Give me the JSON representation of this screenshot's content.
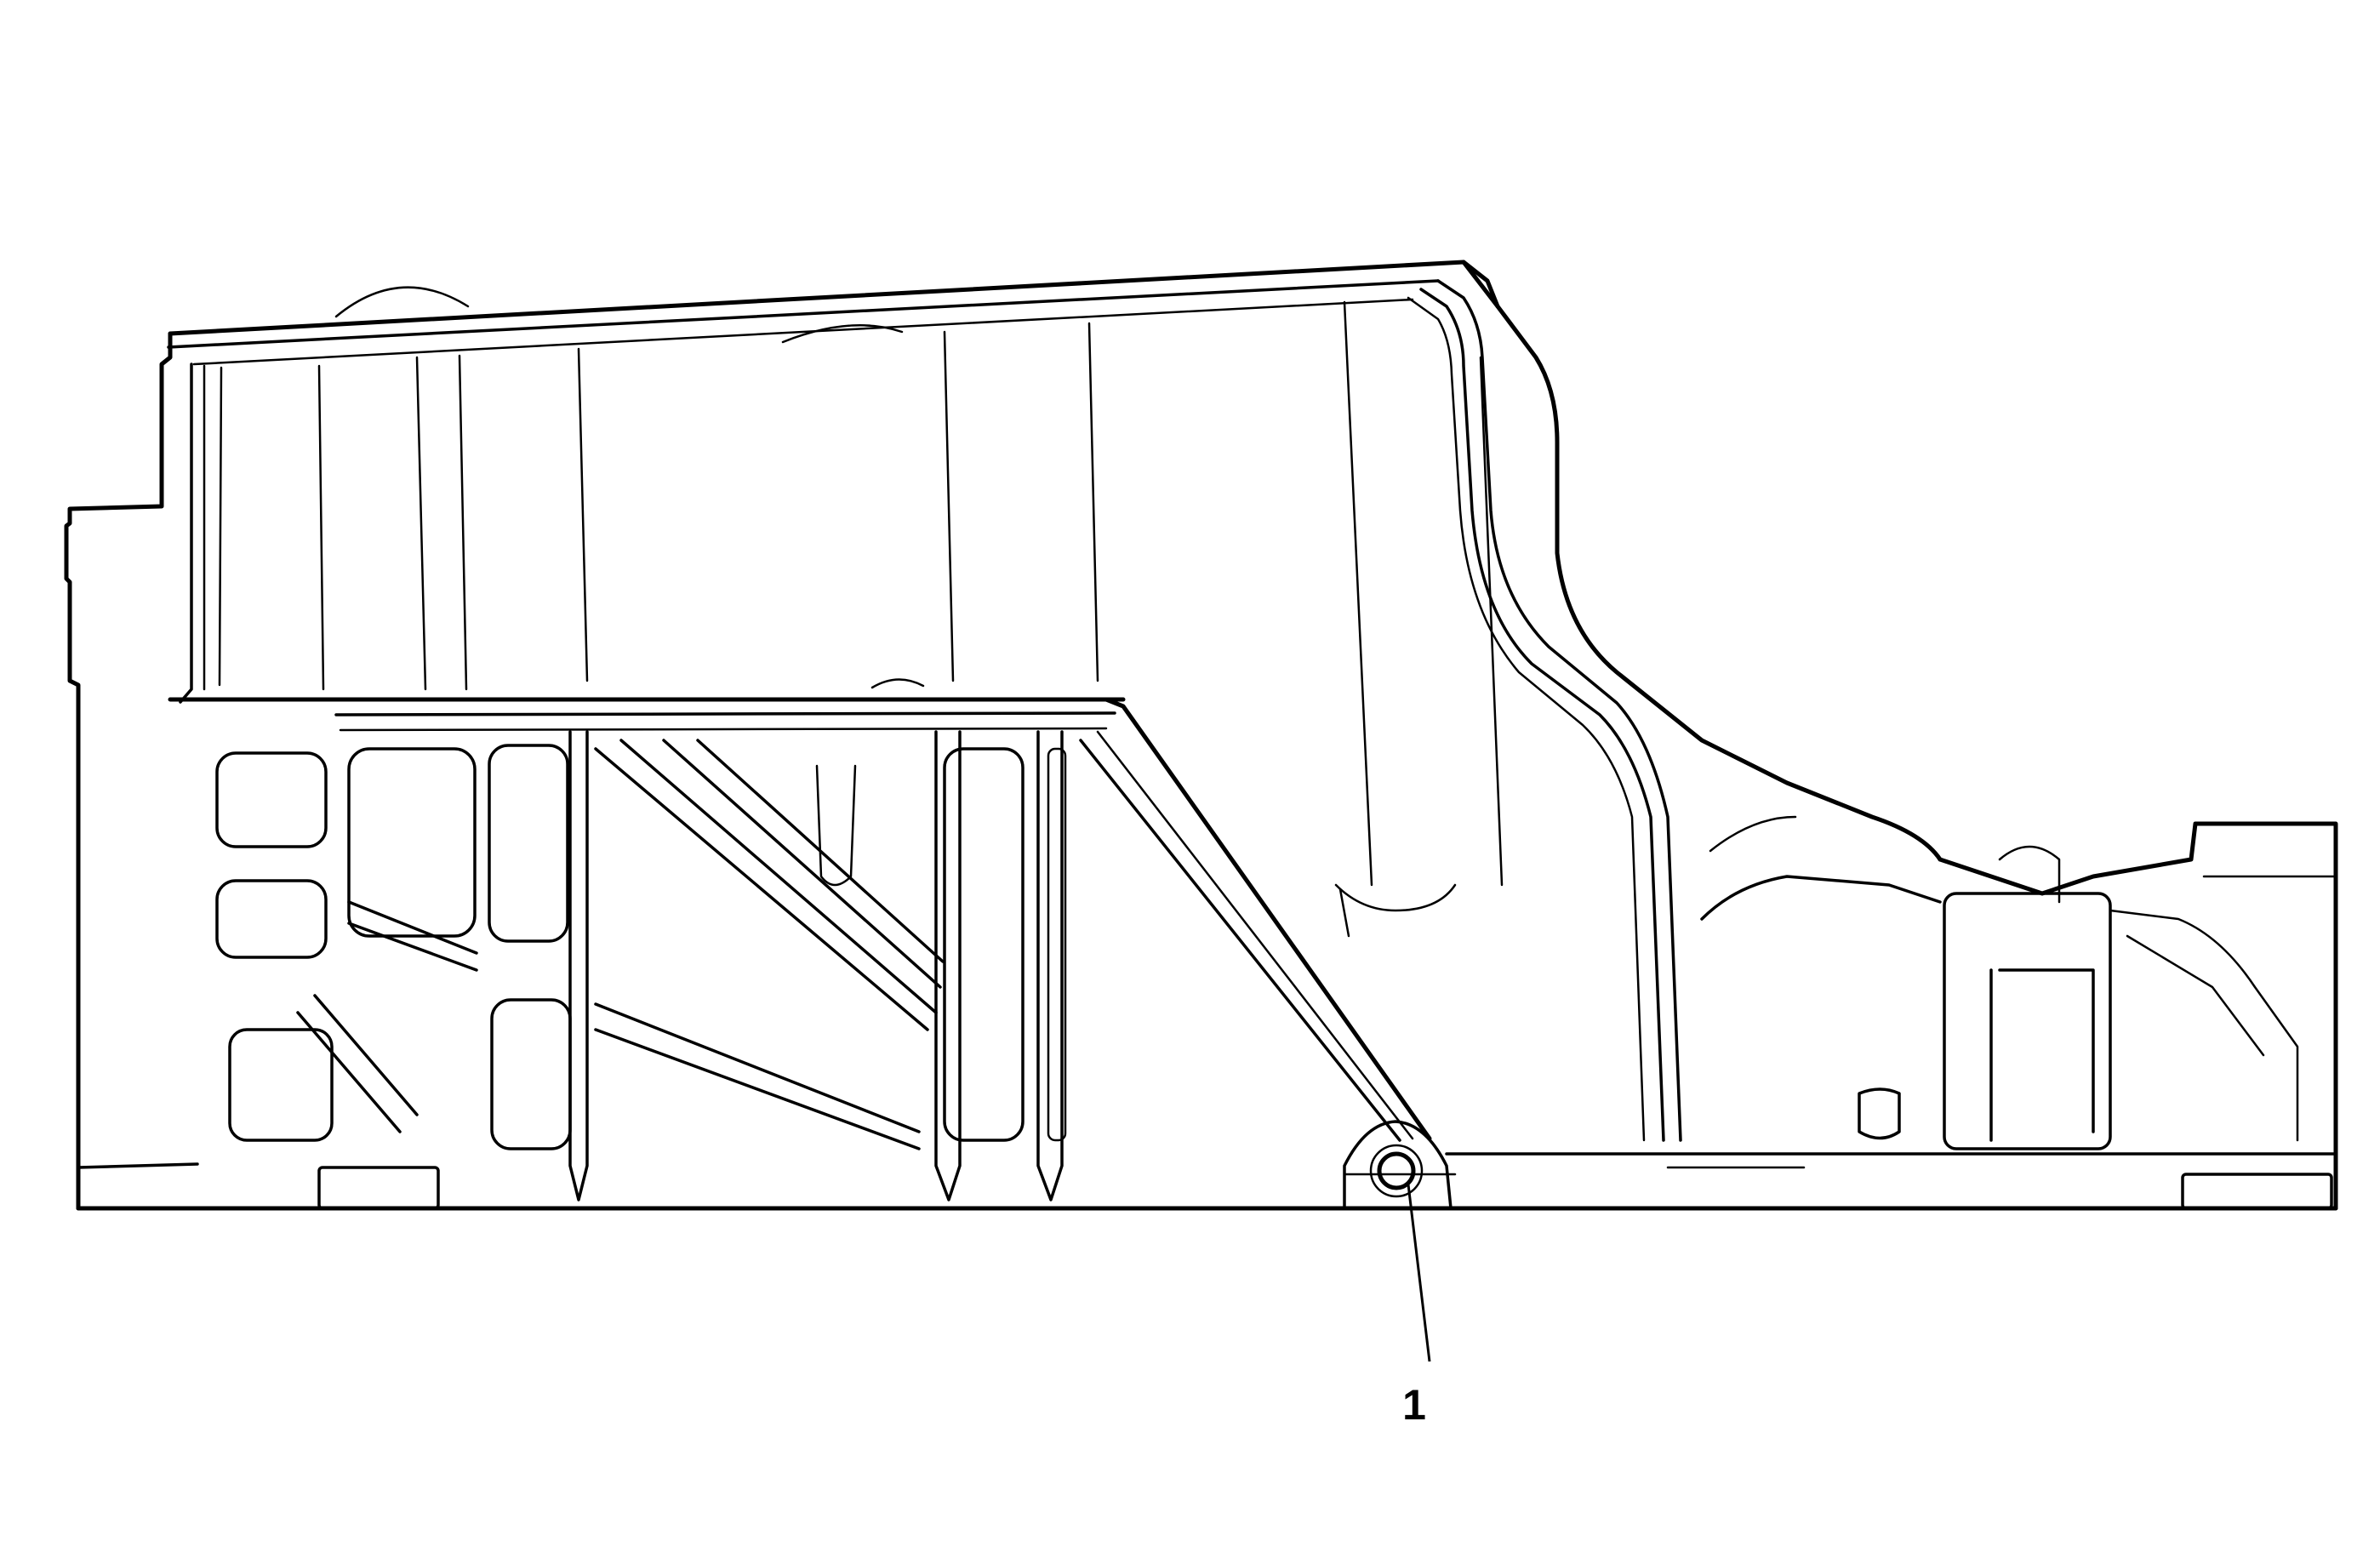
{
  "figure": {
    "background": "#ffffff",
    "line_color": "#000000",
    "part": "oil-pan",
    "callouts": [
      {
        "id": "callout-1",
        "label": "1"
      }
    ]
  }
}
